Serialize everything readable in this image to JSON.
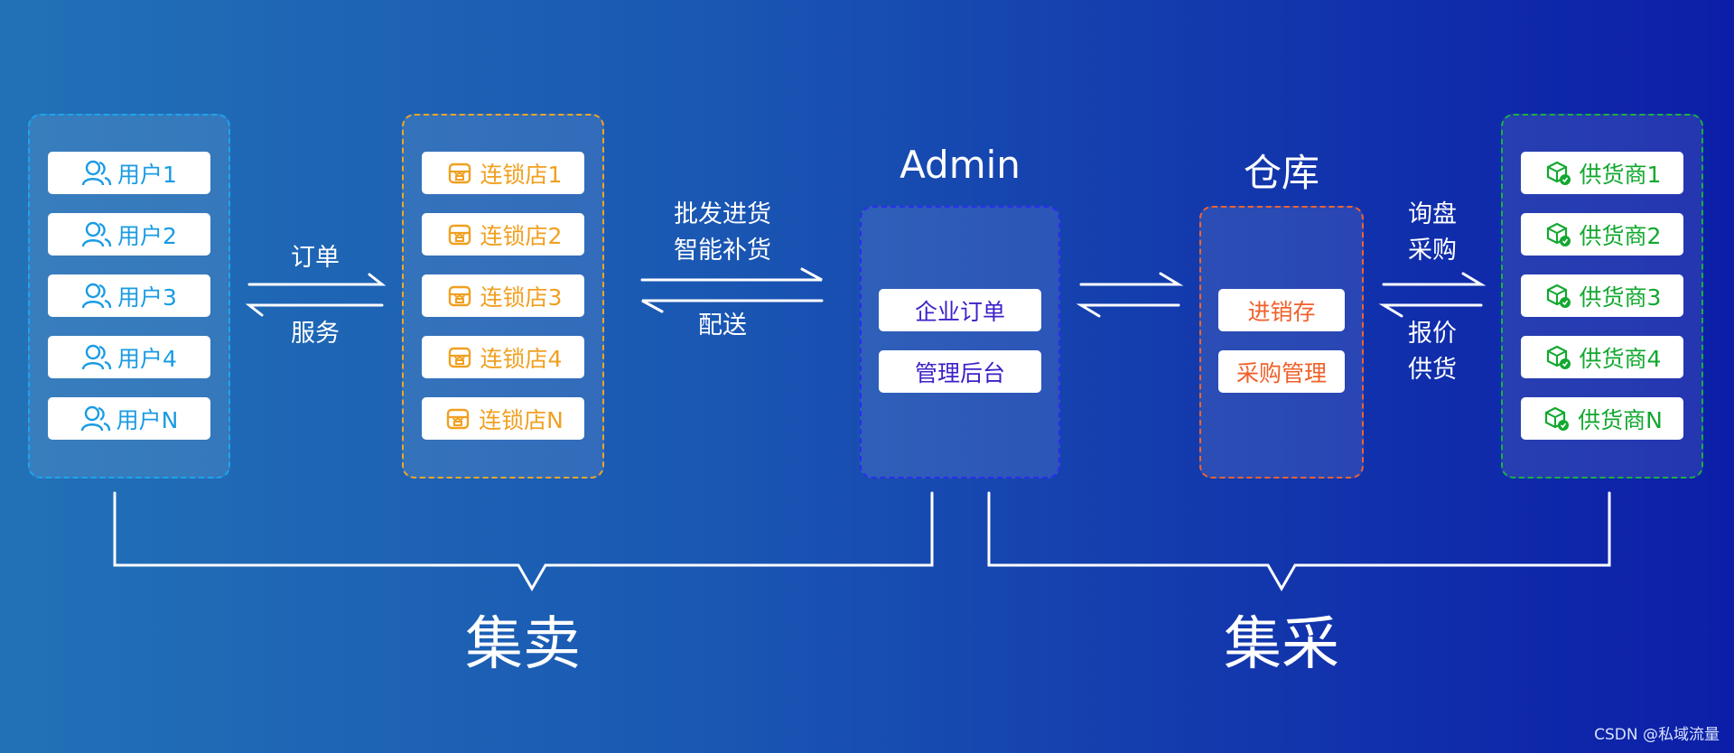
{
  "users": {
    "color": "#1a9be3",
    "icon": "user-group-icon",
    "items": [
      "用户1",
      "用户2",
      "用户3",
      "用户4",
      "用户N"
    ]
  },
  "stores": {
    "color": "#f0a020",
    "icon": "store-icon",
    "items": [
      "连锁店1",
      "连锁店2",
      "连锁店3",
      "连锁店4",
      "连锁店N"
    ]
  },
  "admin": {
    "title": "Admin",
    "color": "#3c22c8",
    "items": [
      "企业订单",
      "管理后台"
    ]
  },
  "warehouse": {
    "title": "仓库",
    "color": "#f0602a",
    "items": [
      "进销存",
      "采购管理"
    ]
  },
  "suppliers": {
    "color": "#12a82f",
    "icon": "supplier-box-icon",
    "items": [
      "供货商1",
      "供货商2",
      "供货商3",
      "供货商4",
      "供货商N"
    ]
  },
  "flows": {
    "users_stores": {
      "top": "订单",
      "bottom": "服务"
    },
    "stores_admin": {
      "top_line1": "批发进货",
      "top_line2": "智能补货",
      "bottom": "配送"
    },
    "warehouse_suppliers": {
      "top_line1": "询盘",
      "top_line2": "采购",
      "bottom_line1": "报价",
      "bottom_line2": "供货"
    }
  },
  "sections": {
    "left": "集卖",
    "right": "集采"
  },
  "credit": "CSDN @私域流量"
}
